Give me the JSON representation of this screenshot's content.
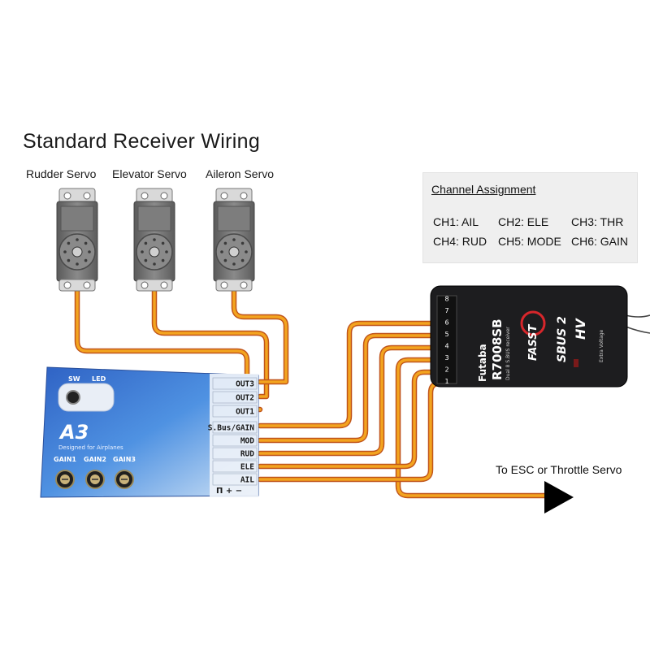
{
  "title": "Standard Receiver Wiring",
  "servos": [
    {
      "label": "Rudder Servo"
    },
    {
      "label": "Elevator Servo"
    },
    {
      "label": "Aileron Servo"
    }
  ],
  "channel_assignment": {
    "title": "Channel Assignment",
    "items": [
      "CH1: AIL",
      "CH2: ELE",
      "CH3: THR",
      "CH4: RUD",
      "CH5: MODE",
      "CH6: GAIN"
    ]
  },
  "controller": {
    "name": "A3",
    "subtitle": "Designed for Airplanes",
    "leds": [
      "SW",
      "LED"
    ],
    "ports": [
      "OUT3",
      "OUT2",
      "OUT1",
      "S.Bus/GAIN",
      "MOD",
      "RUD",
      "ELE",
      "AIL"
    ],
    "polarity": "Π + −",
    "gain_labels": [
      "GAIN1",
      "GAIN2",
      "GAIN3"
    ]
  },
  "receiver": {
    "brand": "Futaba",
    "model": "R7008SB",
    "desc": "Dual 8 S.BUS receiver",
    "fasst": "FASST",
    "sbus": "SBUS 2",
    "hv": "HV",
    "extra": "Extra Voltage",
    "channels": [
      "1",
      "2",
      "3",
      "4",
      "5",
      "6",
      "7",
      "8"
    ]
  },
  "esc_label": "To ESC or Throttle Servo",
  "colors": {
    "wire_outer": "#c0541a",
    "wire_inner": "#f3a41f",
    "controller_blue": "#3f7fd6",
    "receiver_body": "#1d1d1f",
    "servo_body": "#6f6f6f"
  }
}
